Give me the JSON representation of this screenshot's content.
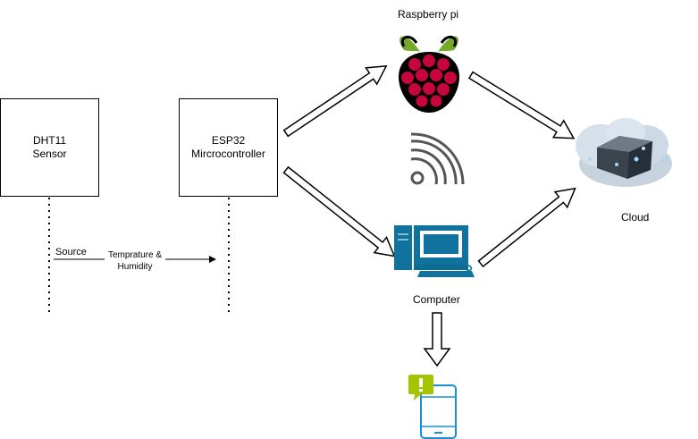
{
  "nodes": {
    "sensor": {
      "line1": "DHT11",
      "line2": "Sensor"
    },
    "mcu": {
      "line1": "ESP32",
      "line2": "Mircrocontroller"
    },
    "raspberry": {
      "label": "Raspberry pi"
    },
    "computer": {
      "label": "Computer"
    },
    "cloud": {
      "label": "Cloud"
    }
  },
  "sequence": {
    "source_label": "Source",
    "message_line1": "Temprature &",
    "message_line2": "Humidity"
  },
  "colors": {
    "raspberry_red": "#c7053d",
    "raspberry_green": "#75a928",
    "computer_blue": "#10739e",
    "phone_blue": "#1a8fd6",
    "alert_green": "#a4c400",
    "wifi_gray": "#555555",
    "cloud_gray": "#5b6570"
  },
  "icons": [
    "raspberry-pi-icon",
    "wifi-icon",
    "computer-icon",
    "cloud-icon",
    "mobile-phone-icon",
    "alert-icon"
  ]
}
